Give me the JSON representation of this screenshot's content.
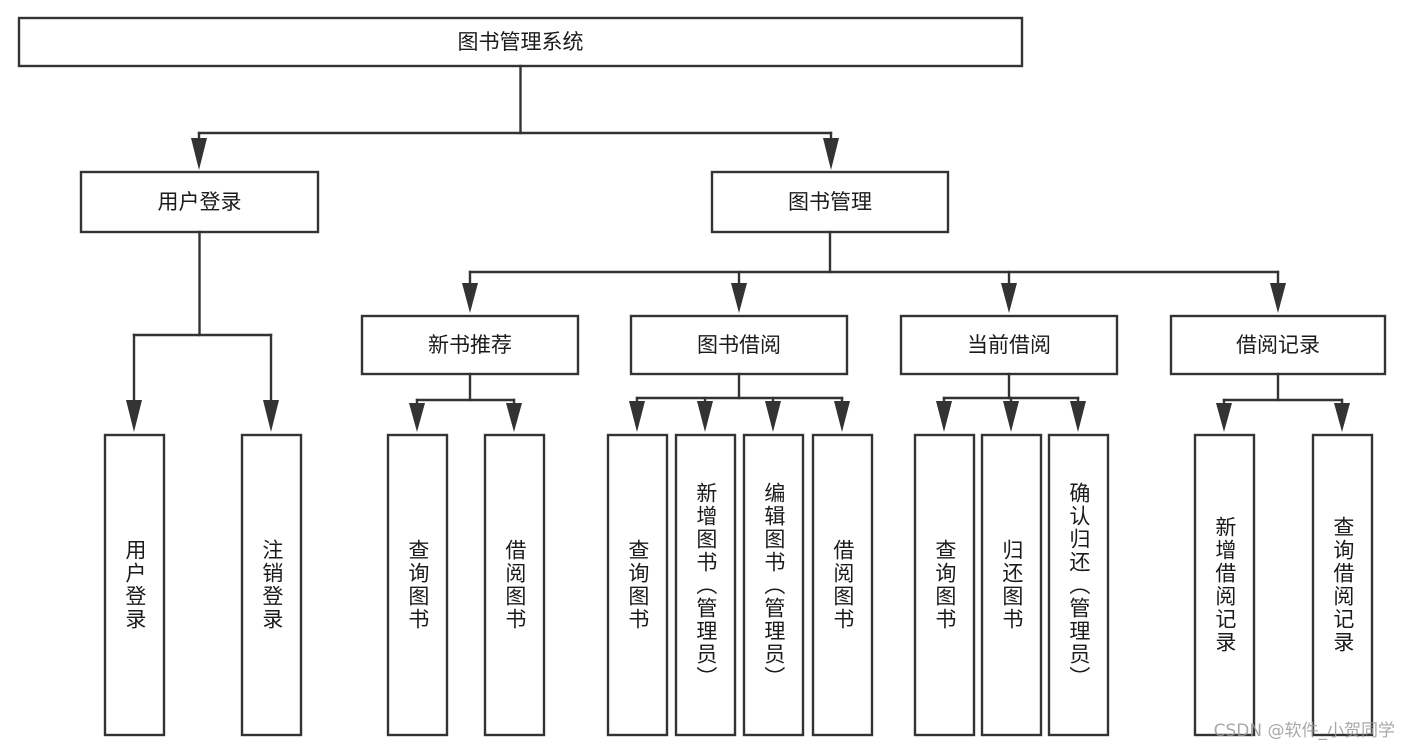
{
  "diagram": {
    "type": "tree",
    "title": "图书管理系统",
    "orientation": "top-down",
    "colors": {
      "stroke": "#333333",
      "box_fill": "#ffffff",
      "text": "#1b1b1b",
      "background": "#ffffff",
      "watermark": "#9a9a9a"
    },
    "root": {
      "label": "图书管理系统"
    },
    "level2": [
      {
        "label": "用户登录"
      },
      {
        "label": "图书管理"
      }
    ],
    "level3": [
      {
        "label": "新书推荐"
      },
      {
        "label": "图书借阅"
      },
      {
        "label": "当前借阅"
      },
      {
        "label": "借阅记录"
      }
    ],
    "leaves": {
      "user_login": [
        {
          "label": "用户登录"
        },
        {
          "label": "注销登录"
        }
      ],
      "new_book_recommend": [
        {
          "label": "查询图书"
        },
        {
          "label": "借阅图书"
        }
      ],
      "book_borrow": [
        {
          "label": "查询图书"
        },
        {
          "label": "新增图书（管理员）"
        },
        {
          "label": "编辑图书（管理员）"
        },
        {
          "label": "借阅图书"
        }
      ],
      "current_borrow": [
        {
          "label": "查询图书"
        },
        {
          "label": "归还图书"
        },
        {
          "label": "确认归还（管理员）"
        }
      ],
      "borrow_record": [
        {
          "label": "新增借阅记录"
        },
        {
          "label": "查询借阅记录"
        }
      ]
    }
  },
  "watermark": {
    "text": "CSDN @软件_小贺同学"
  }
}
